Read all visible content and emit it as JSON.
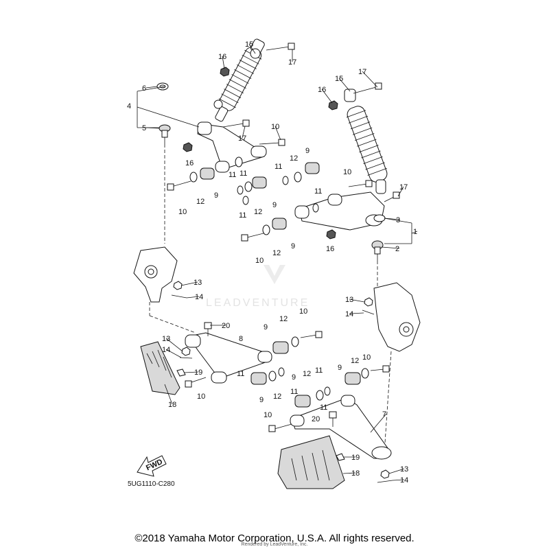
{
  "diagram": {
    "code": "5UG1110-C280",
    "fwd_label": "FWD",
    "watermark": "LEADVENTURE",
    "copyright": "©2018 Yamaha Motor Corporation, U.S.A. All rights reserved.",
    "rendered_by": "Rendered by LeadVenture, Inc."
  },
  "callouts": [
    {
      "id": "c15a",
      "text": "15"
    },
    {
      "id": "c16a",
      "text": "16"
    },
    {
      "id": "c17a",
      "text": "17"
    },
    {
      "id": "c6",
      "text": "6"
    },
    {
      "id": "c4",
      "text": "4"
    },
    {
      "id": "c5",
      "text": "5"
    },
    {
      "id": "c17b",
      "text": "17"
    },
    {
      "id": "c10a",
      "text": "10"
    },
    {
      "id": "c16b",
      "text": "16"
    },
    {
      "id": "c9a",
      "text": "9"
    },
    {
      "id": "c12a",
      "text": "12"
    },
    {
      "id": "c11a",
      "text": "11"
    },
    {
      "id": "c11b",
      "text": "11"
    },
    {
      "id": "c10b",
      "text": "10"
    },
    {
      "id": "c12b",
      "text": "12"
    },
    {
      "id": "c9b",
      "text": "9"
    },
    {
      "id": "c11c",
      "text": "11"
    },
    {
      "id": "c12c",
      "text": "12"
    },
    {
      "id": "c9c",
      "text": "9"
    },
    {
      "id": "c16c",
      "text": "16"
    },
    {
      "id": "c15b",
      "text": "15"
    },
    {
      "id": "c17c",
      "text": "17"
    },
    {
      "id": "c10c",
      "text": "10"
    },
    {
      "id": "c11d",
      "text": "11"
    },
    {
      "id": "c17d",
      "text": "17"
    },
    {
      "id": "c3",
      "text": "3"
    },
    {
      "id": "c1",
      "text": "1"
    },
    {
      "id": "c2",
      "text": "2"
    },
    {
      "id": "c11e",
      "text": "11"
    },
    {
      "id": "c10d",
      "text": "10"
    },
    {
      "id": "c12d",
      "text": "12"
    },
    {
      "id": "c9d",
      "text": "9"
    },
    {
      "id": "c16d",
      "text": "16"
    },
    {
      "id": "c13a",
      "text": "13"
    },
    {
      "id": "c14a",
      "text": "14"
    },
    {
      "id": "c13b",
      "text": "13"
    },
    {
      "id": "c14b",
      "text": "14"
    },
    {
      "id": "c20a",
      "text": "20"
    },
    {
      "id": "c8",
      "text": "8"
    },
    {
      "id": "c9e",
      "text": "9"
    },
    {
      "id": "c12e",
      "text": "12"
    },
    {
      "id": "c10e",
      "text": "10"
    },
    {
      "id": "c13c",
      "text": "13"
    },
    {
      "id": "c14c",
      "text": "14"
    },
    {
      "id": "c19a",
      "text": "19"
    },
    {
      "id": "c10f",
      "text": "10"
    },
    {
      "id": "c18a",
      "text": "18"
    },
    {
      "id": "c11f",
      "text": "11"
    },
    {
      "id": "c9f",
      "text": "9"
    },
    {
      "id": "c12f",
      "text": "12"
    },
    {
      "id": "c9g",
      "text": "9"
    },
    {
      "id": "c12g",
      "text": "12"
    },
    {
      "id": "c11g",
      "text": "11"
    },
    {
      "id": "c11h",
      "text": "11"
    },
    {
      "id": "c9h",
      "text": "9"
    },
    {
      "id": "c12h",
      "text": "12"
    },
    {
      "id": "c10g",
      "text": "10"
    },
    {
      "id": "c11i",
      "text": "11"
    },
    {
      "id": "c7",
      "text": "7"
    },
    {
      "id": "c10h",
      "text": "10"
    },
    {
      "id": "c20b",
      "text": "20"
    },
    {
      "id": "c19b",
      "text": "19"
    },
    {
      "id": "c18b",
      "text": "18"
    },
    {
      "id": "c13d",
      "text": "13"
    },
    {
      "id": "c14d",
      "text": "14"
    }
  ]
}
